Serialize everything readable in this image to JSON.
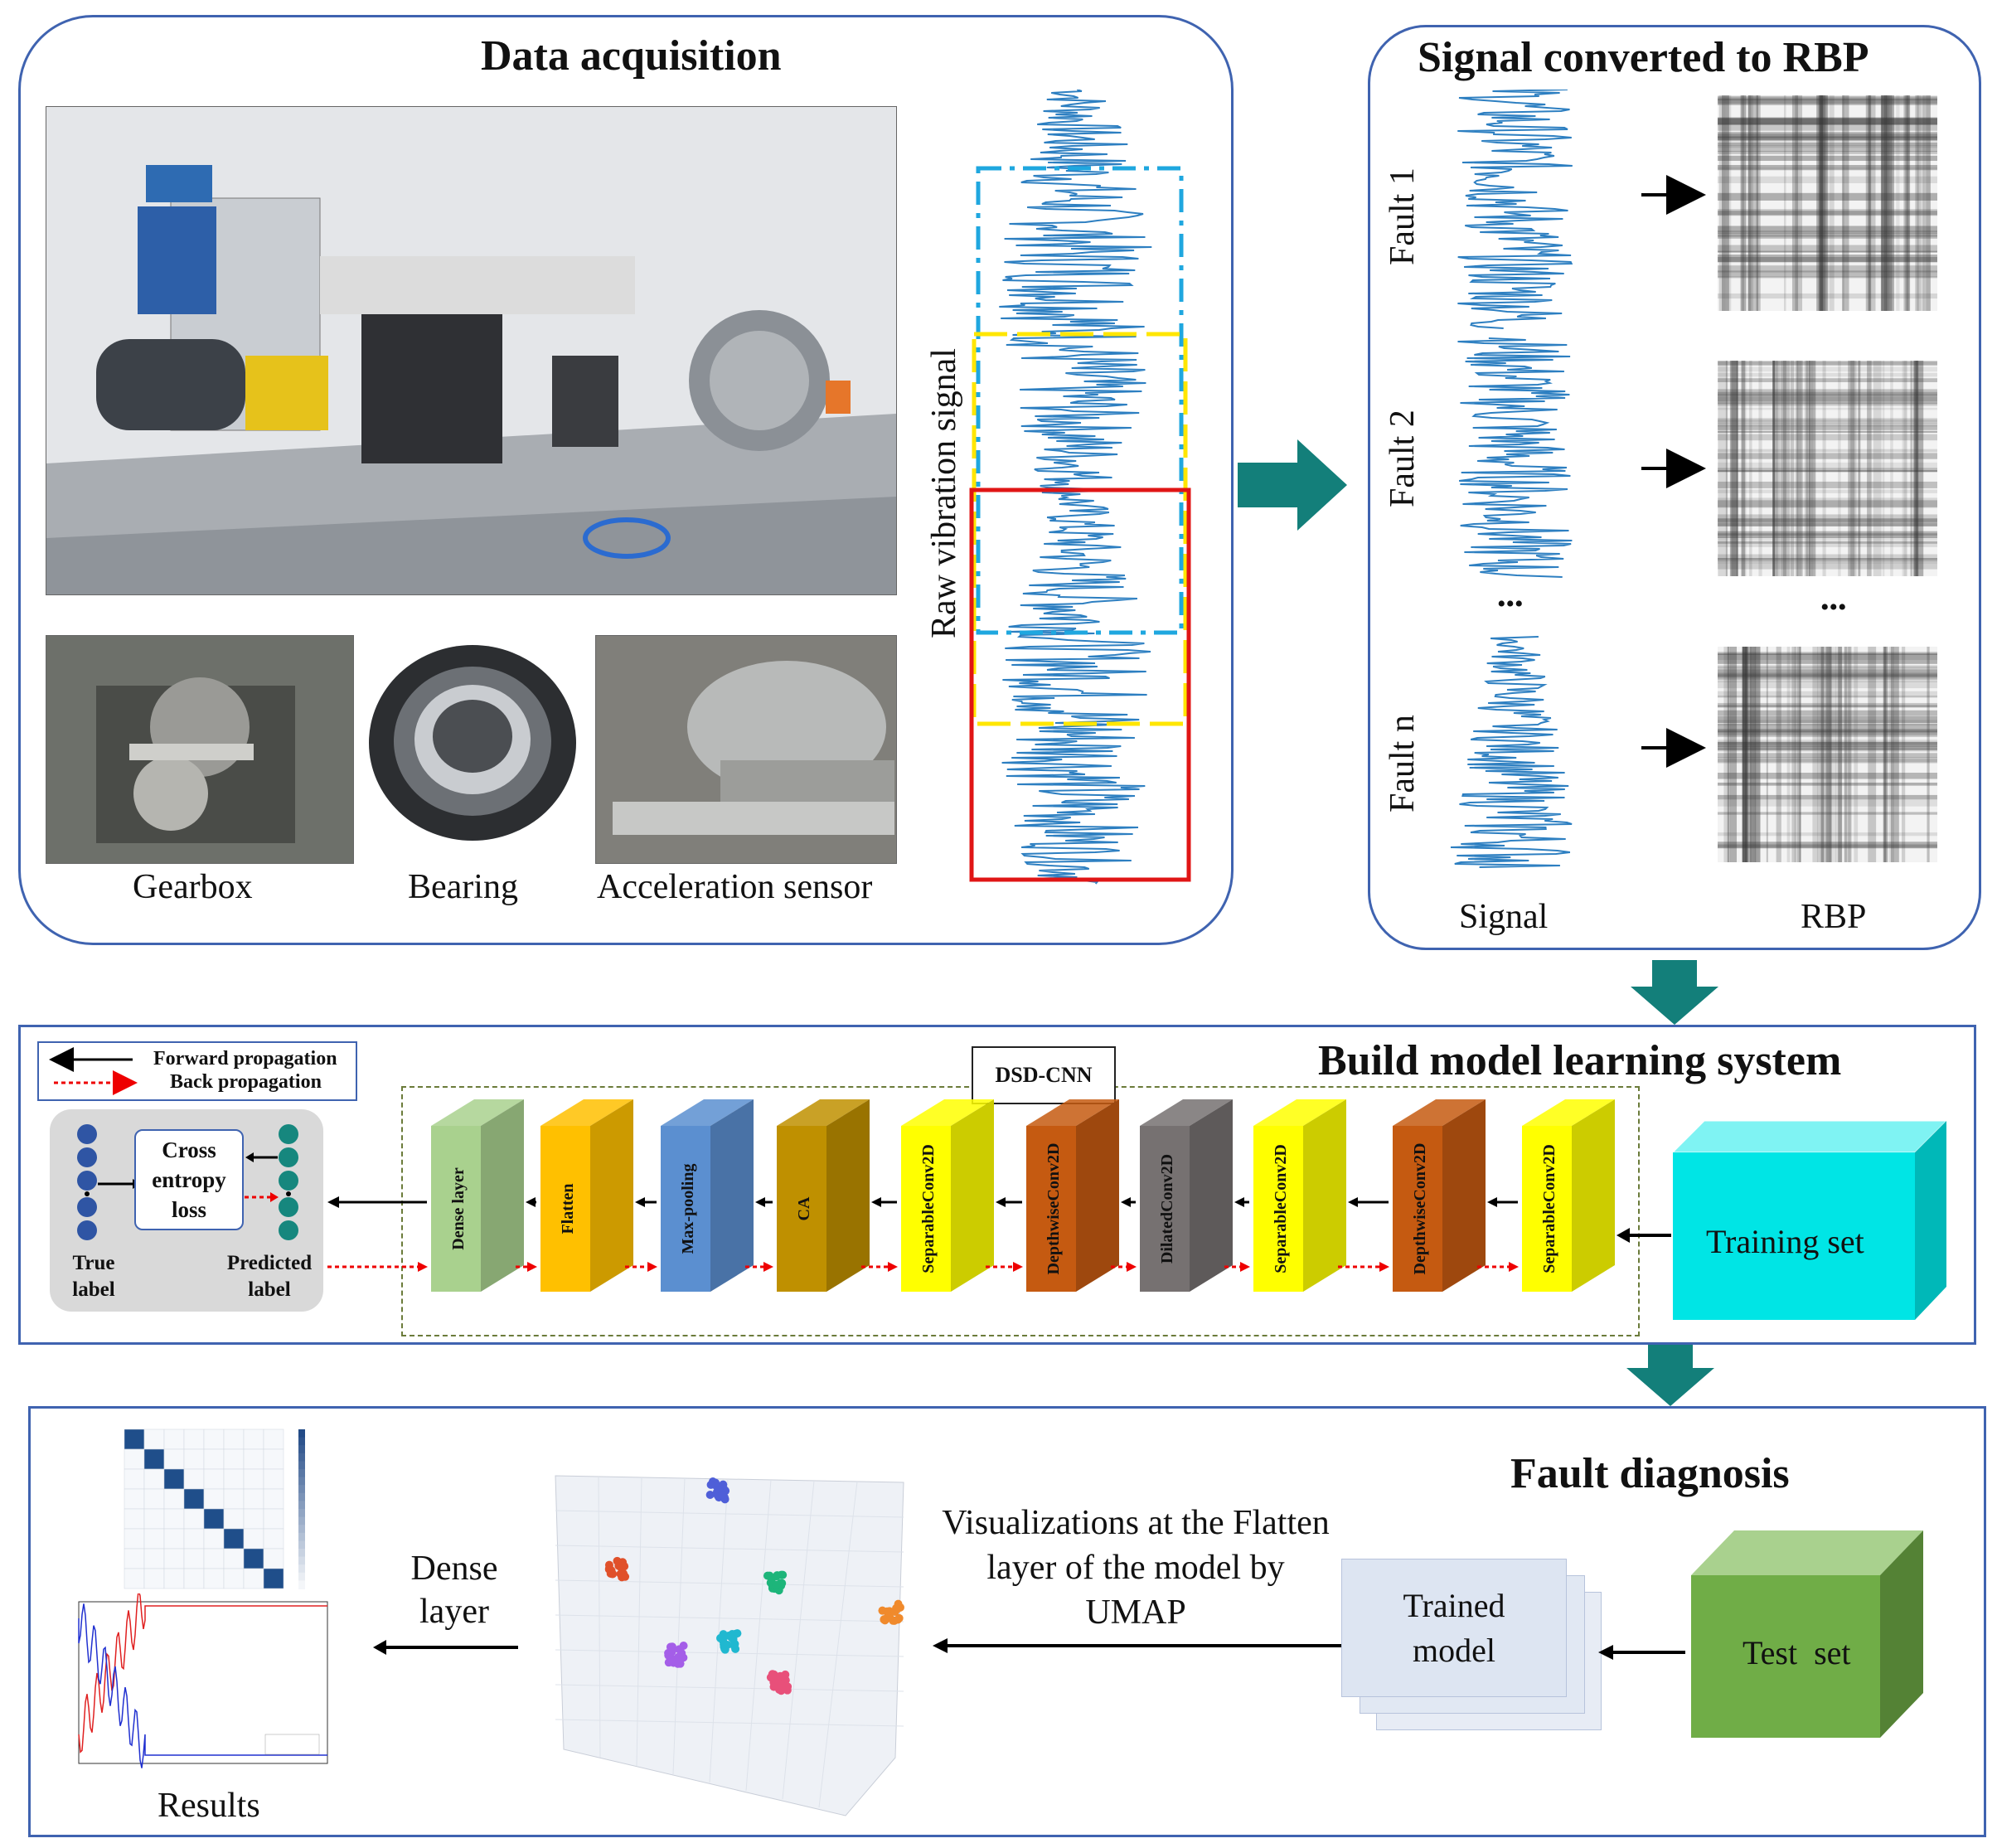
{
  "acquisition": {
    "title": "Data acquisition",
    "photos": [
      "Gearbox",
      "Bearing",
      "Acceleration sensor"
    ],
    "raw_signal_label": "Raw vibration signal"
  },
  "rbp": {
    "title": "Signal converted to RBP",
    "faults": [
      "Fault 1",
      "Fault 2",
      "Fault n"
    ],
    "ellipsis": "•••",
    "col_signal": "Signal",
    "col_rbp": "RBP"
  },
  "model": {
    "title": "Build model learning system",
    "legend_forward": "Forward propagation",
    "legend_back": "Back propagation",
    "dsd_label": "DSD-CNN",
    "loss_label": "Cross entropy loss",
    "true_label": "True label",
    "predicted_label": "Predicted label",
    "layers": [
      "Dense layer",
      "Flatten",
      "Max-pooling",
      "CA",
      "SeparableConv2D",
      "DepthwiseConv2D",
      "DilatedConv2D",
      "SeparableConv2D",
      "DepthwiseConv2D",
      "SeparableConv2D"
    ],
    "training_set": "Training set",
    "colors": {
      "dense": "#a9d18e",
      "flatten": "#ffc000",
      "maxpool": "#5b8fd0",
      "ca": "#bf9000",
      "separable": "#ffff00",
      "depthwise": "#c55a11",
      "dilated": "#767171",
      "training": "#00e5e5"
    }
  },
  "diagnosis": {
    "title": "Fault diagnosis",
    "dense_layer_label": "Dense layer",
    "umap_caption": "Visualizations at the Flatten layer of the model by UMAP",
    "trained_model": "Trained model",
    "test_set": "Test  set",
    "results": "Results",
    "colors": {
      "test_set": "#70ad47",
      "trained": "#dde5f2"
    }
  },
  "arrow_color": "#137f7a"
}
